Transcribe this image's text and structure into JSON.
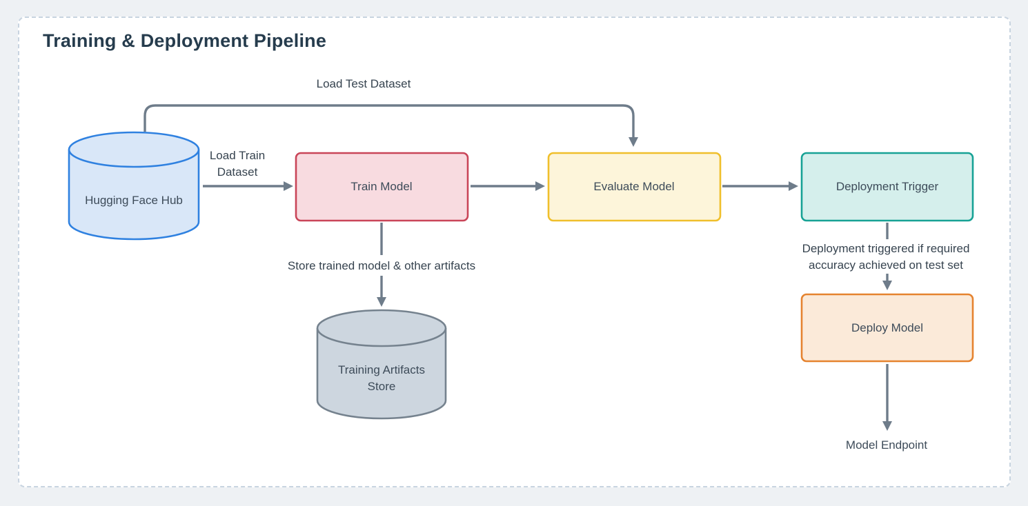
{
  "title": "Training & Deployment Pipeline",
  "colors": {
    "page_bg": "#eef1f4",
    "frame_bg": "#ffffff",
    "frame_border": "#c8d4e0",
    "arrow": "#6e7c8a",
    "node_text": "#3d4b59",
    "title_text": "#263c4d",
    "hub_fill": "#d9e7f8",
    "hub_stroke": "#2f81e0",
    "train_fill": "#f8dbe0",
    "train_stroke": "#c94558",
    "evaluate_fill": "#fdf5da",
    "evaluate_stroke": "#f0bf2b",
    "trigger_fill": "#d5efec",
    "trigger_stroke": "#17a295",
    "artifacts_fill": "#cdd6df",
    "artifacts_stroke": "#75828e",
    "deploy_fill": "#fbead9",
    "deploy_stroke": "#e5832f"
  },
  "nodes": {
    "hub": {
      "label": "Hugging Face Hub"
    },
    "train": {
      "label": "Train Model"
    },
    "evaluate": {
      "label": "Evaluate Model"
    },
    "trigger": {
      "label": "Deployment Trigger"
    },
    "artifacts": {
      "line1": "Training Artifacts",
      "line2": "Store"
    },
    "deploy": {
      "label": "Deploy Model"
    },
    "endpoint": {
      "label": "Model Endpoint"
    }
  },
  "edges": {
    "load_test": {
      "label": "Load Test Dataset"
    },
    "load_train": {
      "line1": "Load Train",
      "line2": "Dataset"
    },
    "store_artifacts": {
      "label": "Store trained model & other artifacts"
    },
    "deploy_condition": {
      "line1": "Deployment triggered if required",
      "line2": "accuracy achieved on test set"
    }
  }
}
